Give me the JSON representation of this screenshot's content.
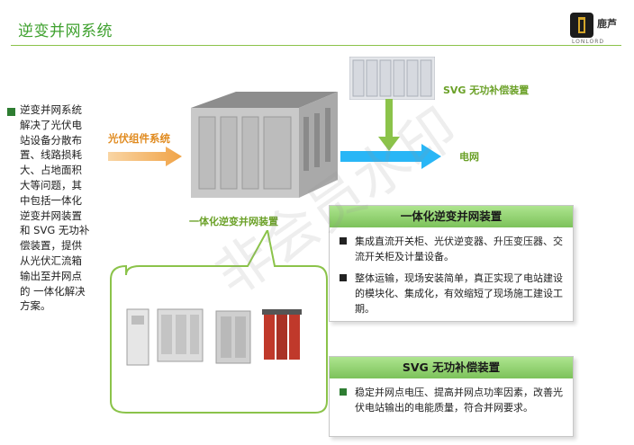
{
  "title": "逆变并网系统",
  "logo": {
    "cn": "鹿芦",
    "en": "LONLORD"
  },
  "left_text": "逆变并网系统解决了光伏电站设备分散布置、线路损耗大、占地面积大等问题，其中包括一体化逆变并网装置和 SVG 无功补偿装置，提供从光伏汇流箱输出至并网点的 一体化解决方案。",
  "diagram": {
    "pv_label": "光伏组件系统",
    "integrated_label": "一体化逆变并网装置",
    "svg_label": "SVG 无功补偿装置",
    "grid_label": "电网"
  },
  "panel1": {
    "title": "一体化逆变并网装置",
    "items": [
      "集成直流开关柜、光伏逆变器、升压变压器、交流开关柜及计量设备。",
      "整体运输，现场安装简单，真正实现了电站建设的模块化、集成化，有效缩短了现场施工建设工期。"
    ]
  },
  "panel2": {
    "title": "SVG 无功补偿装置",
    "items": [
      "稳定并网点电压、提高并网点功率因素，改善光伏电站输出的电能质量，符合并网要求。"
    ]
  },
  "watermark": "非会员水印",
  "colors": {
    "accent_green": "#3fa12f",
    "orange": "#f0a347",
    "blue": "#29b6f6",
    "panel_head": "#8fd46c"
  }
}
